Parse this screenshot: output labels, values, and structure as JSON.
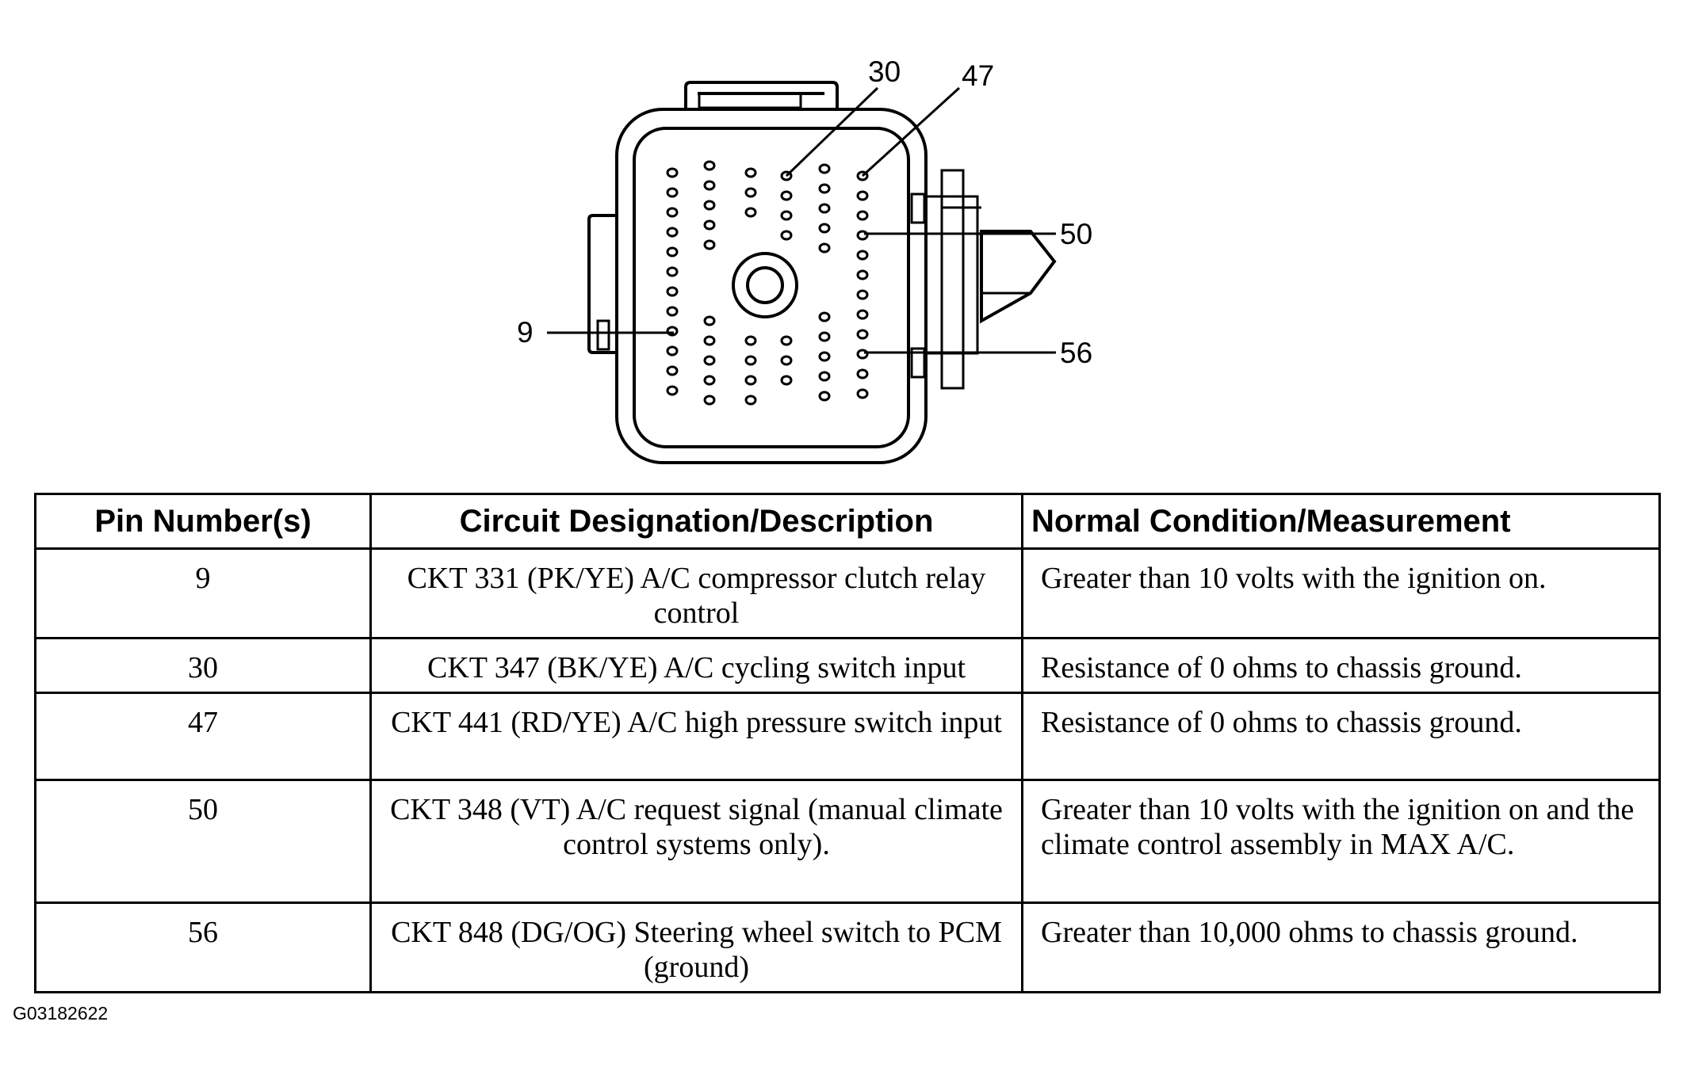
{
  "diagram": {
    "callouts": [
      {
        "id": "pin-30",
        "label": "30"
      },
      {
        "id": "pin-47",
        "label": "47"
      },
      {
        "id": "pin-50",
        "label": "50"
      },
      {
        "id": "pin-9",
        "label": "9"
      },
      {
        "id": "pin-56",
        "label": "56"
      }
    ]
  },
  "table": {
    "headers": [
      "Pin Number(s)",
      "Circuit Designation/Description",
      "Normal Condition/Measurement"
    ],
    "rows": [
      {
        "pin": "9",
        "circuit": "CKT 331 (PK/YE) A/C compressor clutch relay control",
        "condition": "Greater than 10 volts with the ignition on."
      },
      {
        "pin": "30",
        "circuit": "CKT 347 (BK/YE) A/C cycling switch input",
        "condition": "Resistance of 0 ohms to chassis ground."
      },
      {
        "pin": "47",
        "circuit": "CKT 441 (RD/YE) A/C high pressure switch input",
        "condition": "Resistance of 0 ohms to chassis ground."
      },
      {
        "pin": "50",
        "circuit": "CKT 348 (VT) A/C request signal (manual climate control systems only).",
        "condition": "Greater than 10 volts with the ignition on and the climate control assembly in MAX A/C."
      },
      {
        "pin": "56",
        "circuit": "CKT 848 (DG/OG) Steering wheel switch to PCM (ground)",
        "condition": "Greater than 10,000 ohms to chassis ground."
      }
    ]
  },
  "figure_id": "G03182622"
}
